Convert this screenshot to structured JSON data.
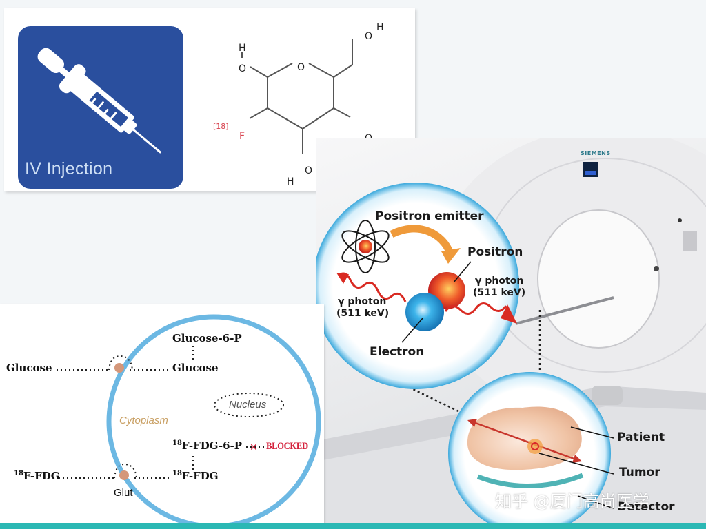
{
  "injection": {
    "label": "IV Injection",
    "icon": "syringe-icon",
    "card_color": "#2a4f9e"
  },
  "molecule": {
    "name": "18F-FDG structure",
    "atoms": {
      "h_top_left": "H",
      "o_top_left": "O",
      "o_ring": "O",
      "o_top_right": "O",
      "h_top_right": "H",
      "isotope_prefix": "[18]",
      "fluorine": "F",
      "o_right": "O",
      "o_bottom": "O",
      "h_bottom": "H"
    },
    "fluorine_color": "#d8414d"
  },
  "pet": {
    "brand": "SIEMENS",
    "labels": {
      "positron_emitter": "Positron emitter",
      "positron": "Positron",
      "photon_right_1": "γ photon",
      "photon_right_2": "(511 keV)",
      "photon_left_1": "γ photon",
      "photon_left_2": "(511 keV)",
      "electron": "Electron",
      "patient": "Patient",
      "tumor": "Tumor",
      "detector": "Detector"
    },
    "colors": {
      "bubble_border": "#3aa8dc",
      "photon": "#d92a22",
      "electron": "#1e9bd8",
      "positron": "#e8472a",
      "patient": "#f0c4a6",
      "detector": "#4fb3b5"
    }
  },
  "cell": {
    "outside_glucose": "Glucose",
    "inside_glucose": "Glucose",
    "glucose_6p": "Glucose-6-P",
    "nucleus": "Nucleus",
    "cytoplasm": "Cytoplasm",
    "fdg6p_sup": "18",
    "fdg6p": "F-FDG-6-P",
    "blocked": "BLOCKED",
    "outside_fdg_sup": "18",
    "outside_fdg": "F-FDG",
    "inside_fdg_sup": "18",
    "inside_fdg": "F-FDG",
    "glut": "Glut",
    "colors": {
      "membrane": "#6cb8e3",
      "transporter": "#d4977a",
      "cytoplasm_text": "#c9a064",
      "blocked": "#d4213b"
    }
  },
  "watermark": "知乎 @厦门高尚医学",
  "accent_bar_color": "#2bb8b4"
}
